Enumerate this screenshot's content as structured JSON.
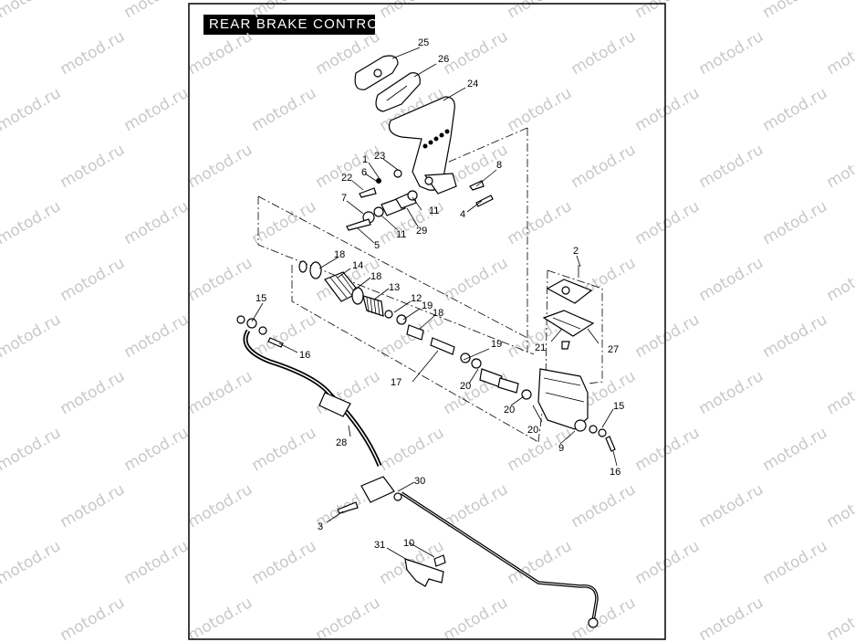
{
  "diagram": {
    "title": "REAR BRAKE CONTROL",
    "watermark": "motod.ru",
    "callouts": [
      "25",
      "26",
      "24",
      "1",
      "23",
      "6",
      "22",
      "8",
      "7",
      "11",
      "4",
      "11",
      "29",
      "5",
      "18",
      "14",
      "18",
      "13",
      "12",
      "19",
      "18",
      "2",
      "15",
      "16",
      "17",
      "19",
      "20",
      "21",
      "27",
      "20",
      "20",
      "15",
      "9",
      "16",
      "28",
      "30",
      "3",
      "10",
      "31"
    ]
  }
}
